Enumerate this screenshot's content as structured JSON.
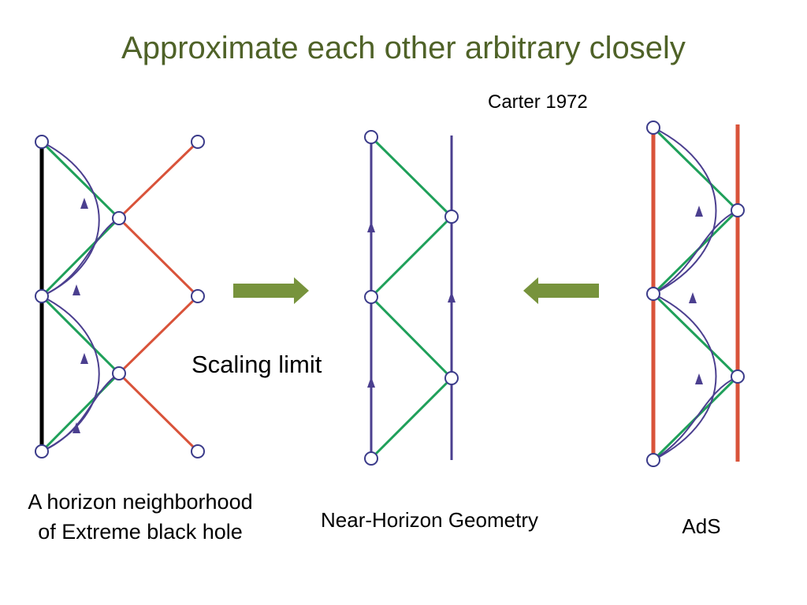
{
  "title": "Approximate each other arbitrary closely",
  "citation": "Carter  1972",
  "arrow_label": "Scaling limit",
  "panels": {
    "left": {
      "caption_line1": "A horizon neighborhood",
      "caption_line2": "of Extreme black hole"
    },
    "middle": {
      "caption": "Near-Horizon Geometry"
    },
    "right": {
      "caption": "AdS"
    }
  },
  "colors": {
    "title": "#4f6228",
    "null_line": "#1fa05a",
    "red_line": "#d9533a",
    "blue_line": "#4b3f8f",
    "black_line": "#000000",
    "arrow": "#77933c",
    "node_stroke": "#3b3b8a"
  }
}
